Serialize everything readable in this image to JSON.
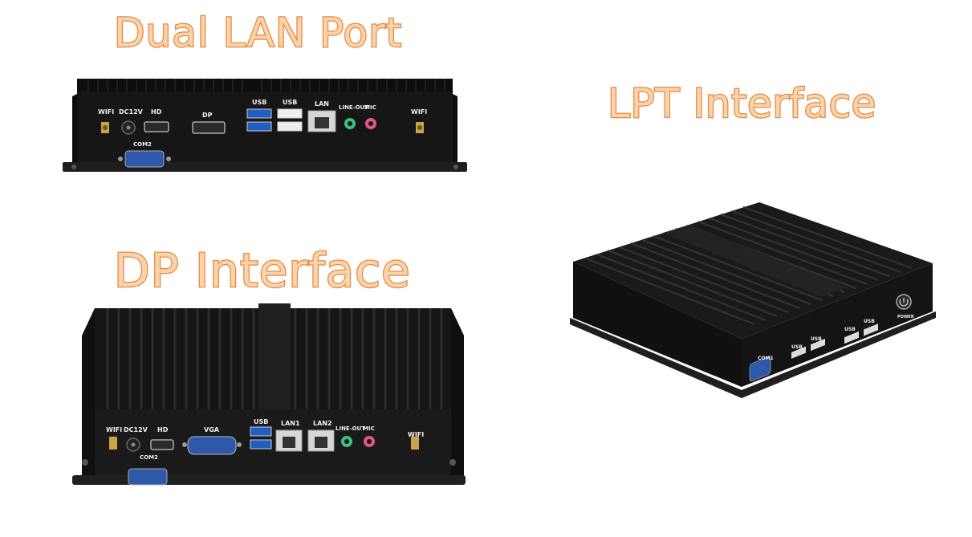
{
  "headings": {
    "dual_lan": "Dual LAN Port",
    "lpt": "LPT Interface",
    "dp": "DP Interface"
  },
  "top_device": {
    "wifi_left": "WIFI",
    "dc": "DC12V",
    "hd": "HD",
    "dp": "DP",
    "usb1": "USB",
    "usb2": "USB",
    "lan": "LAN",
    "line_out": "LINE-OUT",
    "mic": "MIC",
    "wifi_right": "WIFI",
    "com": "COM2"
  },
  "bottom_device": {
    "wifi_left": "WIFI",
    "dc": "DC12V",
    "hd": "HD",
    "vga": "VGA",
    "usb": "USB",
    "lan1": "LAN1",
    "lan2": "LAN2",
    "line_out": "LINE-OUT",
    "mic": "MIC",
    "wifi_right": "WIFI",
    "com": "COM2"
  },
  "angled_device": {
    "com": "COM1",
    "usb1": "USB",
    "usb2": "USB",
    "usb3": "USB",
    "usb4": "USB",
    "power": "POWER"
  },
  "colors": {
    "heading_fill": "#f8d3ac",
    "heading_stroke": "#e8893f",
    "chassis": "#161616",
    "usb3_blue": "#1f5fbf",
    "line_out_green": "#3bbf8a",
    "mic_pink": "#e0578c",
    "com_blue": "#2d59a8"
  }
}
